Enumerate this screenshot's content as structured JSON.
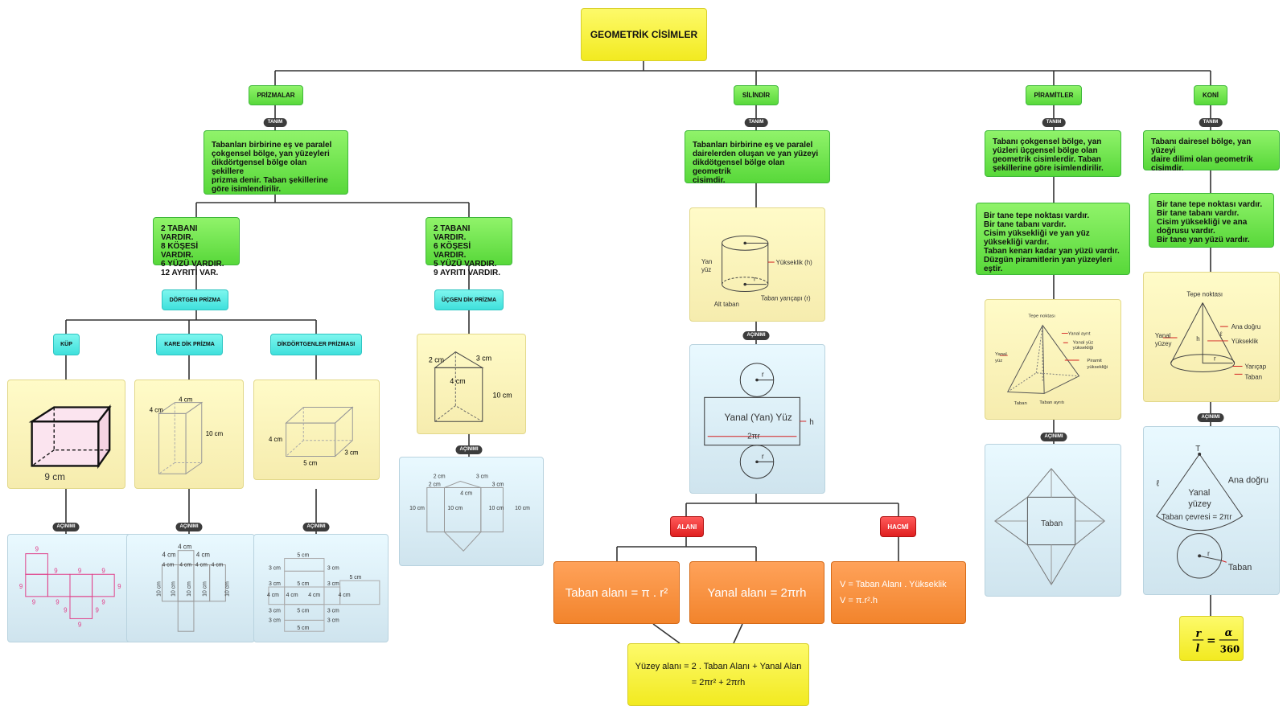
{
  "root": {
    "title": "GEOMETRİK CİSİMLER"
  },
  "tags": {
    "tanim": "TANIM",
    "acinimi": "AÇINIMI"
  },
  "branches": {
    "prizmalar": {
      "label": "PRİZMALAR",
      "tanim": [
        "Tabanları birbirine eş ve paralel",
        "çokgensel bölge, yan yüzeyleri",
        "dikdörtgensel bölge olan şekillere",
        "prizma denir.  Taban şekillerine",
        "göre isimlendirilir."
      ],
      "dortgen_props": [
        "2 TABANI VARDIR.",
        "8 KÖŞESİ VARDIR.",
        "6 YÜZÜ VARDIR.",
        "12 AYRITI VAR."
      ],
      "ucgen_props": [
        "2 TABANI VARDIR.",
        "6 KÖŞESİ VARDIR.",
        "5 YÜZÜ VARDIR.",
        "9 AYRITI VARDIR."
      ],
      "dortgen_label": "DÖRTGEN PRİZMA",
      "ucgen_label": "ÜÇGEN DİK PRİZMA",
      "kup": "KÜP",
      "kare_dik": "KARE DİK PRİZMA",
      "dikdortgenler": "DİKDÖRTGENLER PRİZMASI",
      "kup_fig": {
        "edge": "9 cm",
        "net_label": "9"
      },
      "kare_fig": {
        "a": "4 cm",
        "b": "4 cm",
        "h": "10 cm"
      },
      "dik_fig": {
        "a": "4 cm",
        "b": "5 cm",
        "c": "3 cm"
      },
      "ucgen_fig": {
        "a": "2 cm",
        "b": "3 cm",
        "c": "4 cm",
        "h": "10 cm"
      },
      "kare_net": {
        "top1": "4 cm",
        "row": [
          "4 cm",
          "4 cm",
          "4 cm",
          "4 cm",
          "4 cm"
        ],
        "h": "10 cm"
      },
      "dik_net": {
        "five": "5 cm",
        "three": "3 cm",
        "four": "4 cm"
      },
      "ucgen_net": {
        "two": "2 cm",
        "three": "3 cm",
        "four": "4 cm",
        "ten": "10 cm"
      }
    },
    "silindir": {
      "label": "SİLİNDİR",
      "tanim": [
        "Tabanları birbirine eş ve paralel",
        "dairelerden oluşan ve yan yüzeyi",
        "dikdötgensel bölge olan geometrik",
        "cisimdir."
      ],
      "fig": {
        "yan": "Yan",
        "yuz": "yüz",
        "yukseklik": "Yükseklik (h)",
        "r": "r",
        "alt_taban": "Alt taban",
        "taban_yaricap": "Taban yarıçapı (r)"
      },
      "net": {
        "r": "r",
        "yanal": "Yanal (Yan) Yüz",
        "h": "h",
        "circ": "2πr"
      },
      "alani": "ALANI",
      "hacmi": "HACMİ",
      "taban_alani": "Taban alanı = π . r²",
      "yanal_alani": "Yanal alanı  = 2πrh",
      "hacim1": "V = Taban Alanı . Yükseklik",
      "hacim2": "V = π.r².h",
      "yuzey1": "Yüzey alanı = 2 . Taban Alanı + Yanal Alan",
      "yuzey2": "= 2πr² + 2πrh"
    },
    "piramitler": {
      "label": "PİRAMİTLER",
      "tanim": [
        "Tabanı çokgensel bölge, yan",
        "yüzleri üçgensel bölge olan",
        "geometrik cisimlerdir. Taban",
        "şekillerine göre isimlendirilir."
      ],
      "props": [
        "Bir tane tepe noktası vardır.",
        "Bir tane tabanı vardır.",
        "Cisim yüksekliği ve yan yüz",
        "yüksekliği vardır.",
        "Taban kenarı kadar yan yüzü vardır.",
        "Düzgün piramitlerin yan yüzeyleri",
        "eştir."
      ],
      "fig": {
        "tepe": "Tepe noktası",
        "yanal_ayrit": "Yanal ayrıt",
        "yanal_yuz_yuk": "Yanal yüz",
        "yuksekligi": "yüksekliği",
        "yanal": "Yanal",
        "yuz": "yüz",
        "piramit": "Piramit",
        "piramit_yuk": "yüksekliği",
        "taban": "Taban",
        "taban_ayriti": "Taban ayrıtı"
      },
      "net": {
        "taban": "Taban"
      }
    },
    "koni": {
      "label": "KONİ",
      "tanim": [
        "Tabanı dairesel bölge, yan yüzeyi",
        "daire dilimi olan geometrik",
        "cisimdir."
      ],
      "props": [
        "Bir tane tepe noktası vardır.",
        "Bir tane tabanı vardır.",
        "Cisim yüksekliği ve ana",
        "doğrusu vardır.",
        "Bir tane yan yüzü vardır."
      ],
      "fig": {
        "tepe": "Tepe noktası",
        "ana": "Ana doğru",
        "l": "ℓ",
        "yanal": "Yanal",
        "yuzey": "yüzey",
        "h": "h",
        "yukseklik": "Yükseklik",
        "r": "r",
        "yaricap": "Yarıçap",
        "taban": "Taban"
      },
      "net": {
        "t": "T",
        "l": "ℓ",
        "ana": "Ana doğru",
        "yanal": "Yanal",
        "yuzey": "yüzey",
        "cevre": "Taban çevresi = 2πr",
        "r": "r",
        "taban": "Taban"
      },
      "ratio": {
        "r": "r",
        "l": "l",
        "alpha": "α",
        "d": "360"
      }
    }
  },
  "colors": {
    "yellow": "#f5ed2a",
    "green": "#5ee040",
    "cyan": "#45e2de",
    "red": "#e52525",
    "orange": "#f5892f",
    "line": "#333333",
    "pink": "#e0408a",
    "red_arrow": "#d42020"
  }
}
